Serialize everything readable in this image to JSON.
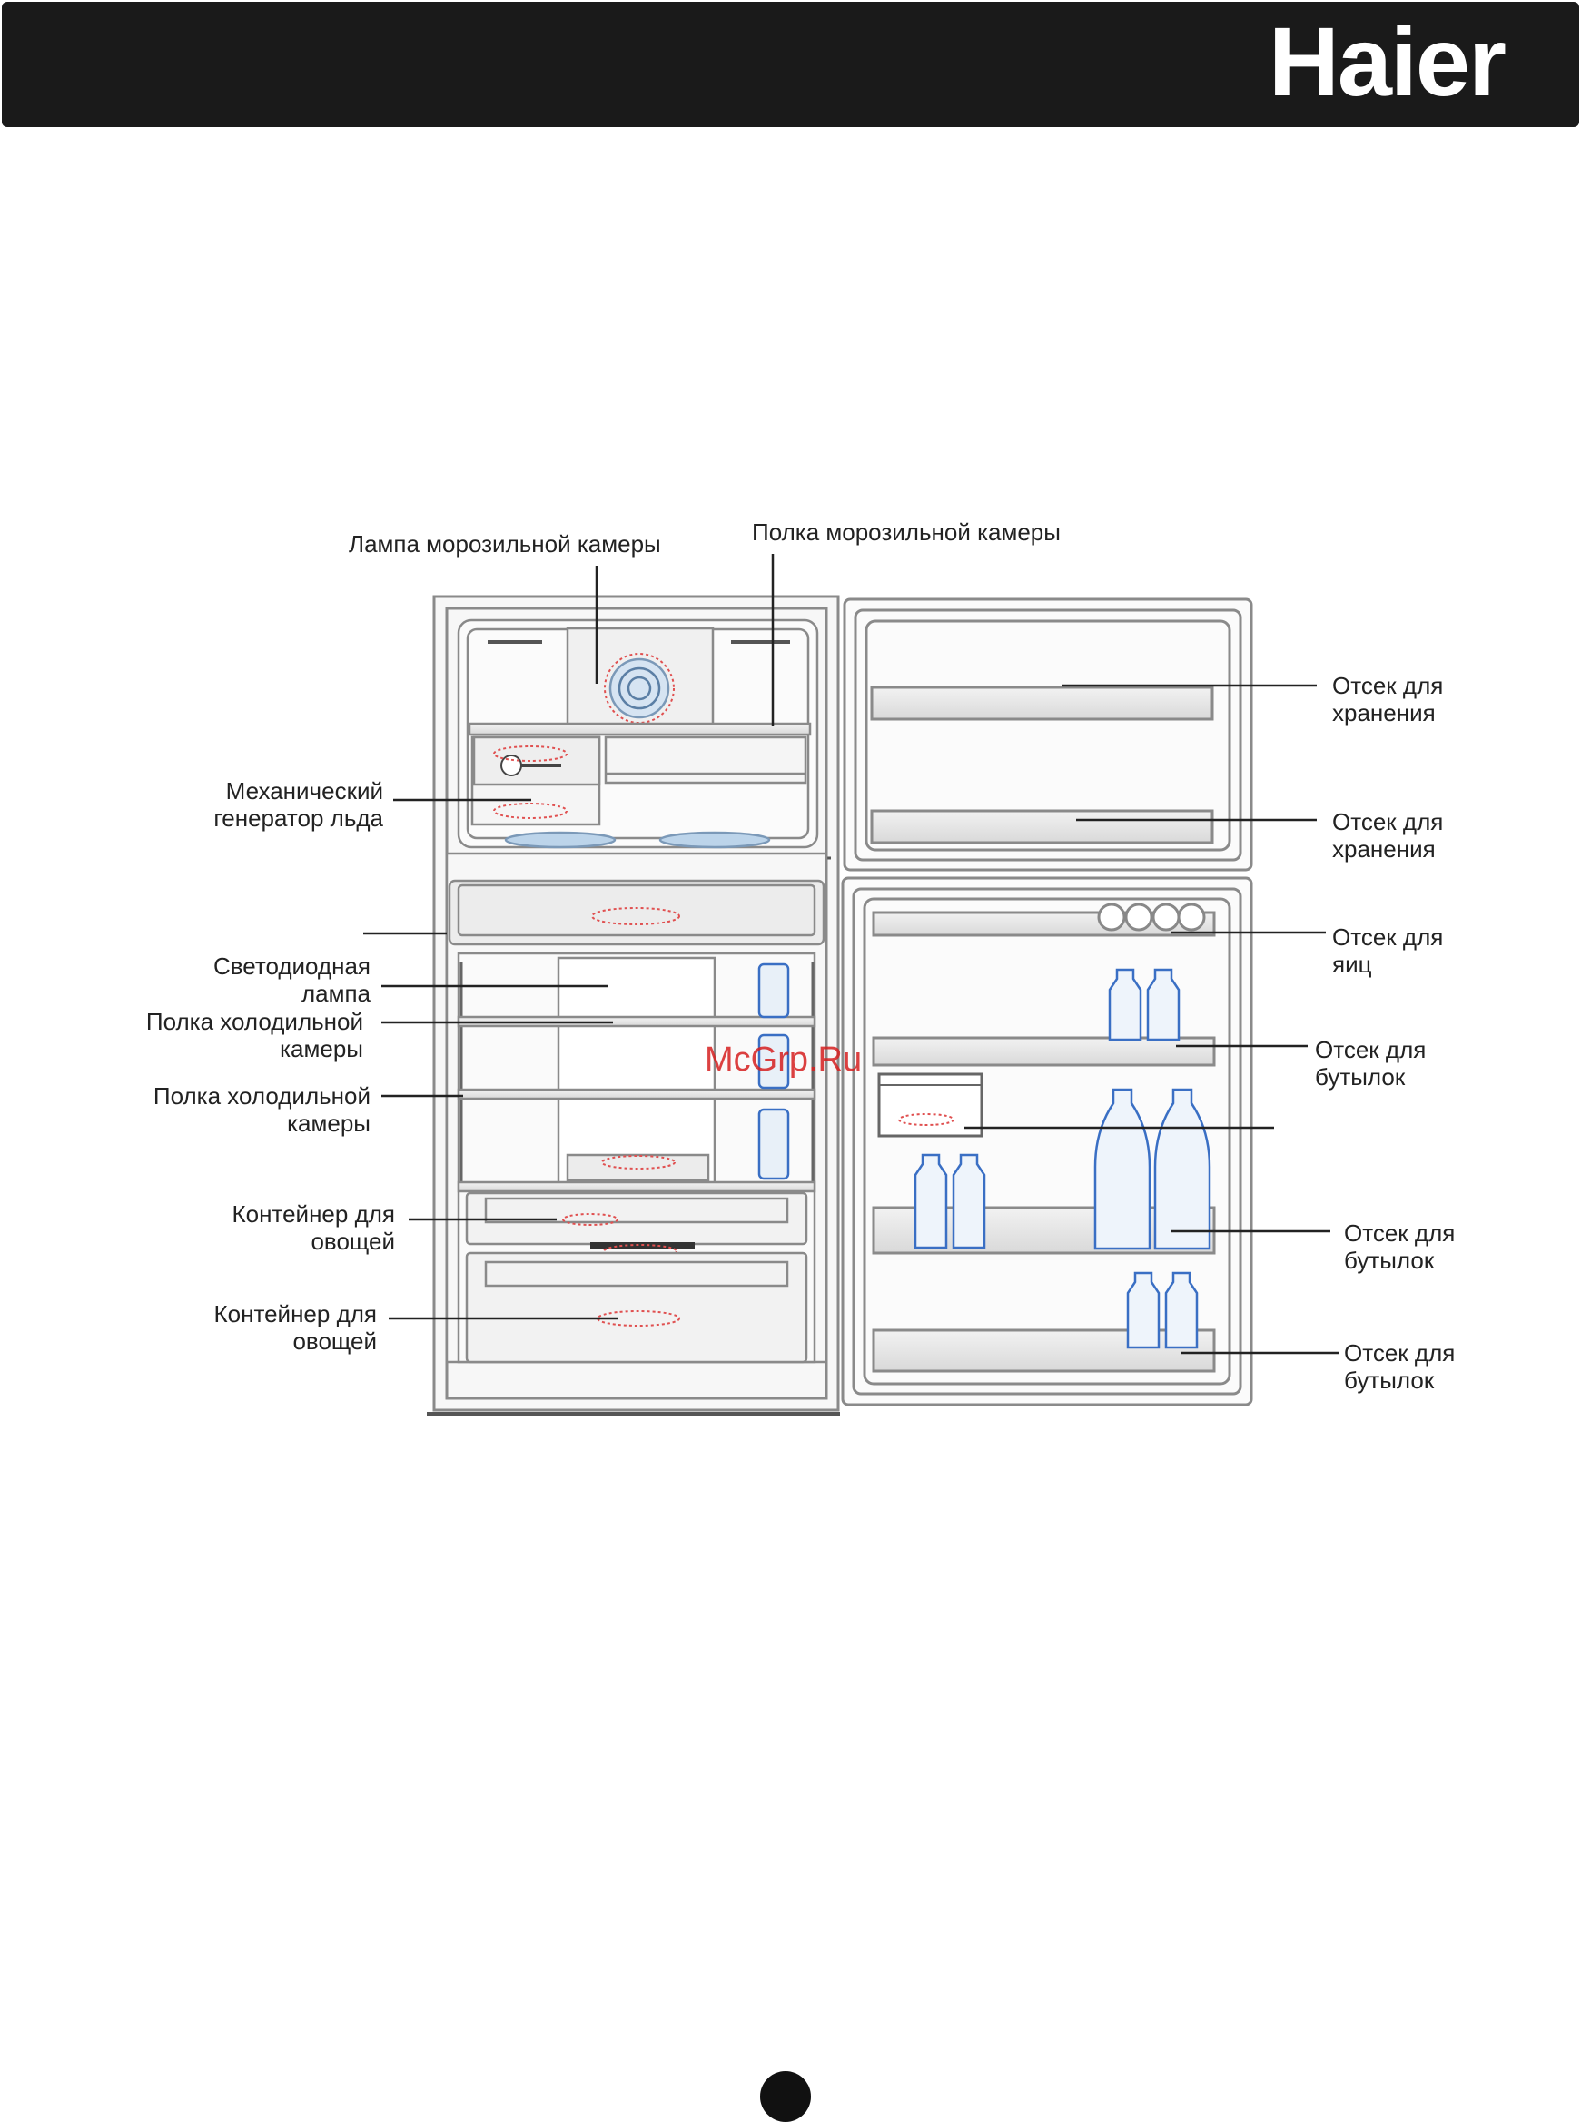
{
  "header": {
    "brand": "Haier",
    "color": "#1a1a1a"
  },
  "labels": {
    "freezer_lamp": "Лампа морозильной камеры",
    "freezer_shelf": "Полка морозильной камеры",
    "ice_maker": [
      "Механический",
      "генератор льда"
    ],
    "led_lamp": [
      "Светодиодная",
      "лампа"
    ],
    "fridge_shelf_1": [
      "Полка холодильной",
      "камеры"
    ],
    "fridge_shelf_2": [
      "Полка холодильной",
      "камеры"
    ],
    "veg_container_1": [
      "Контейнер для",
      "овощей"
    ],
    "veg_container_2": [
      "Контейнер для",
      "овощей"
    ],
    "storage_1": [
      "Отсек для",
      "хранения"
    ],
    "storage_2": [
      "Отсек для",
      "хранения"
    ],
    "egg_compartment": [
      "Отсек для",
      "яиц"
    ],
    "bottles_1": [
      "Отсек для",
      "бутылок"
    ],
    "bottles_2": [
      "Отсек для",
      "бутылок"
    ],
    "bottles_3": [
      "Отсек для",
      "бутылок"
    ]
  },
  "watermark": "McGrp.Ru",
  "colors": {
    "bottle_blue": "#3a6fc4",
    "highlight_red": "#e05050",
    "outline_gray": "#8a8a8a"
  }
}
